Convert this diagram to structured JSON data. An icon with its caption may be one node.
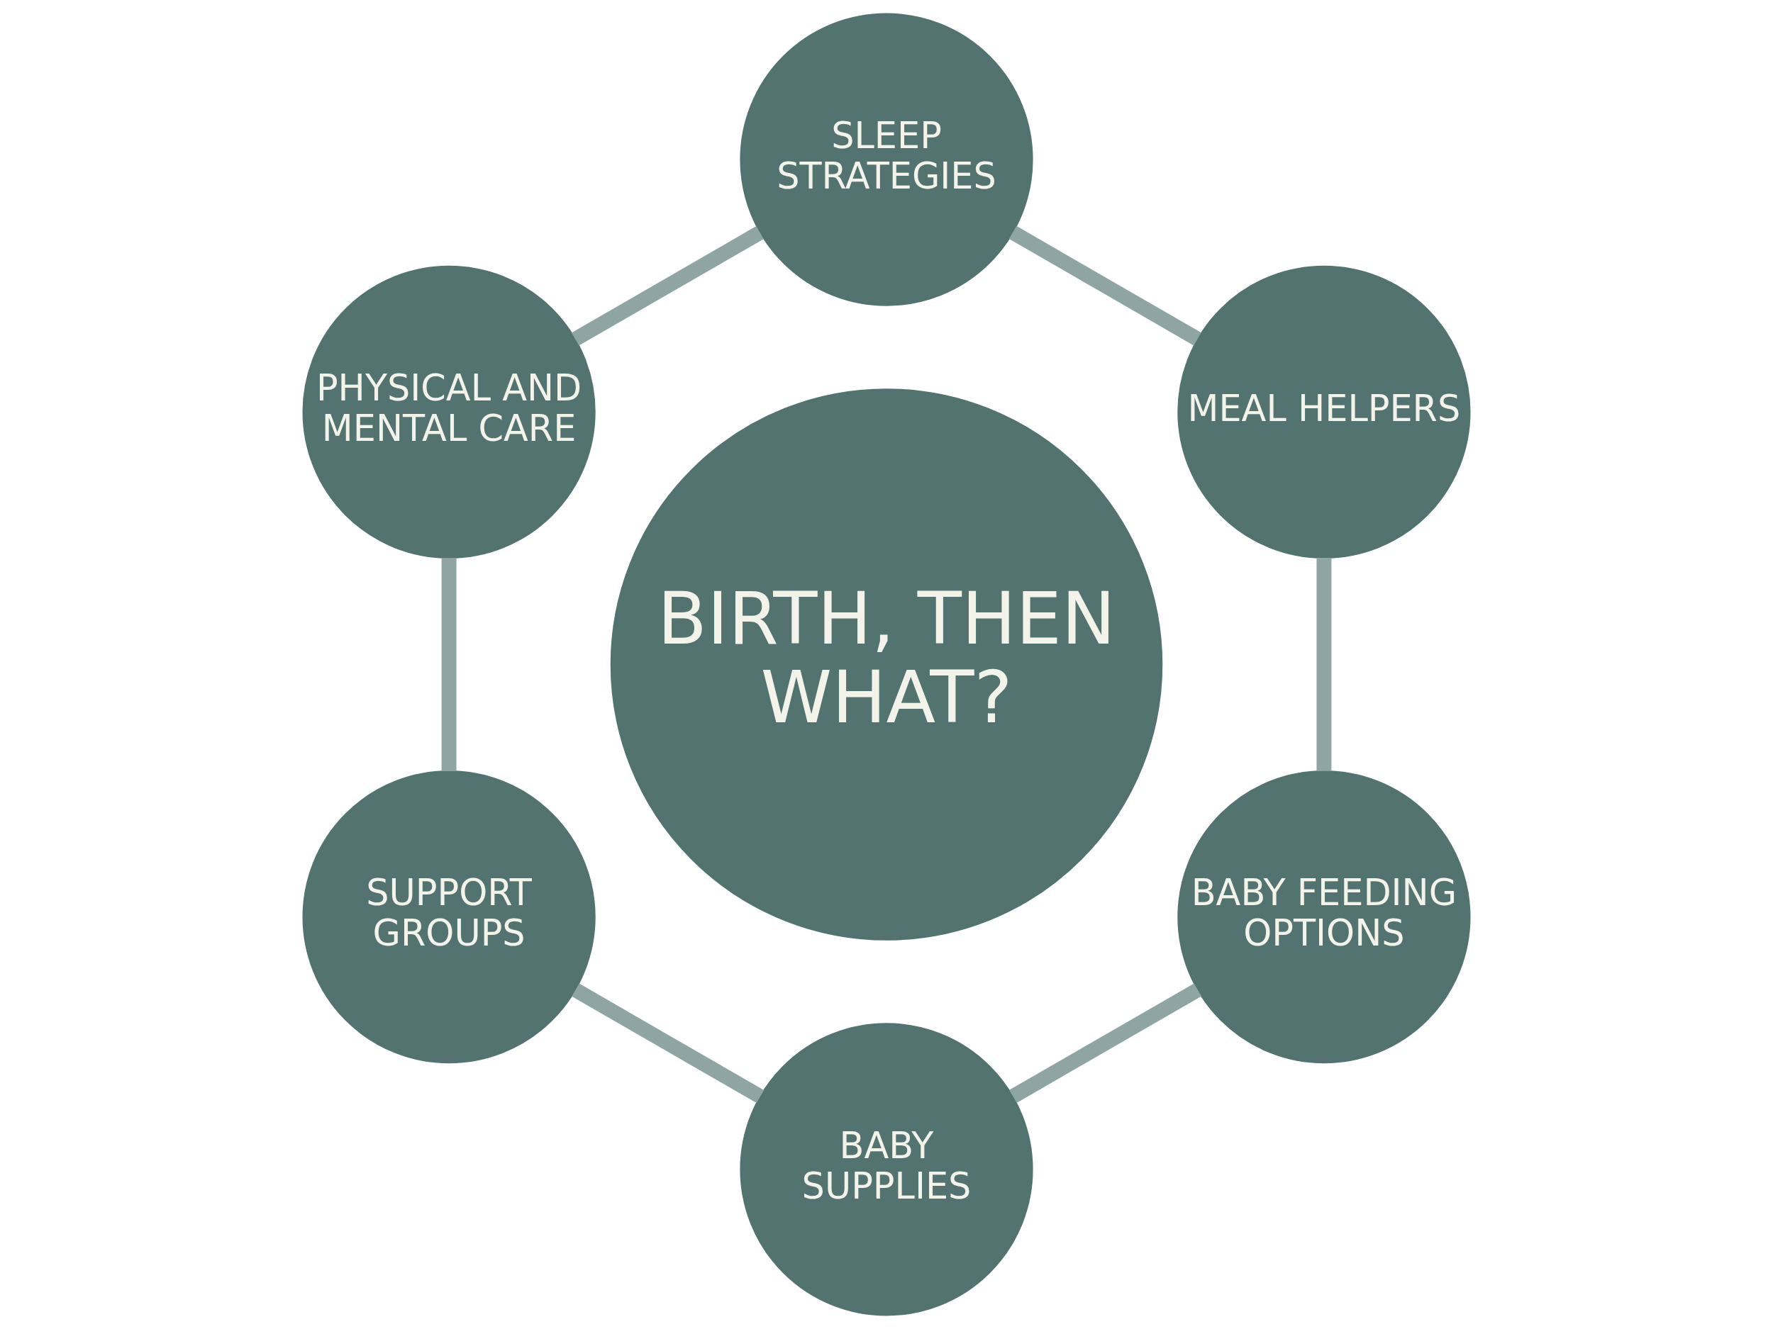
{
  "diagram": {
    "nodes": [
      {
        "text": [
          "BIRTH, THEN WHAT?"
        ]
      },
      {
        "text": [
          "MEAL HELPERS"
        ]
      },
      {
        "text": [
          "SLEEP STRATEGIES"
        ]
      },
      {
        "text": [
          "PHYSICAL AND MENTAL CARE"
        ]
      },
      {
        "text": [
          "SUPPORT GROUPS"
        ]
      },
      {
        "text": [
          "BABY SUPPLIES"
        ]
      },
      {
        "text": [
          "BABY FEEDING OPTIONS"
        ]
      }
    ],
    "edges": [
      {
        "from": 1,
        "to": 2,
        "arrow": "none"
      },
      {
        "from": 2,
        "to": 3,
        "arrow": "none"
      },
      {
        "from": 3,
        "to": 4,
        "arrow": "none"
      },
      {
        "from": 4,
        "to": 5,
        "arrow": "none"
      },
      {
        "from": 5,
        "to": 6,
        "arrow": "none"
      },
      {
        "from": 6,
        "to": 1,
        "arrow": "none"
      }
    ]
  }
}
